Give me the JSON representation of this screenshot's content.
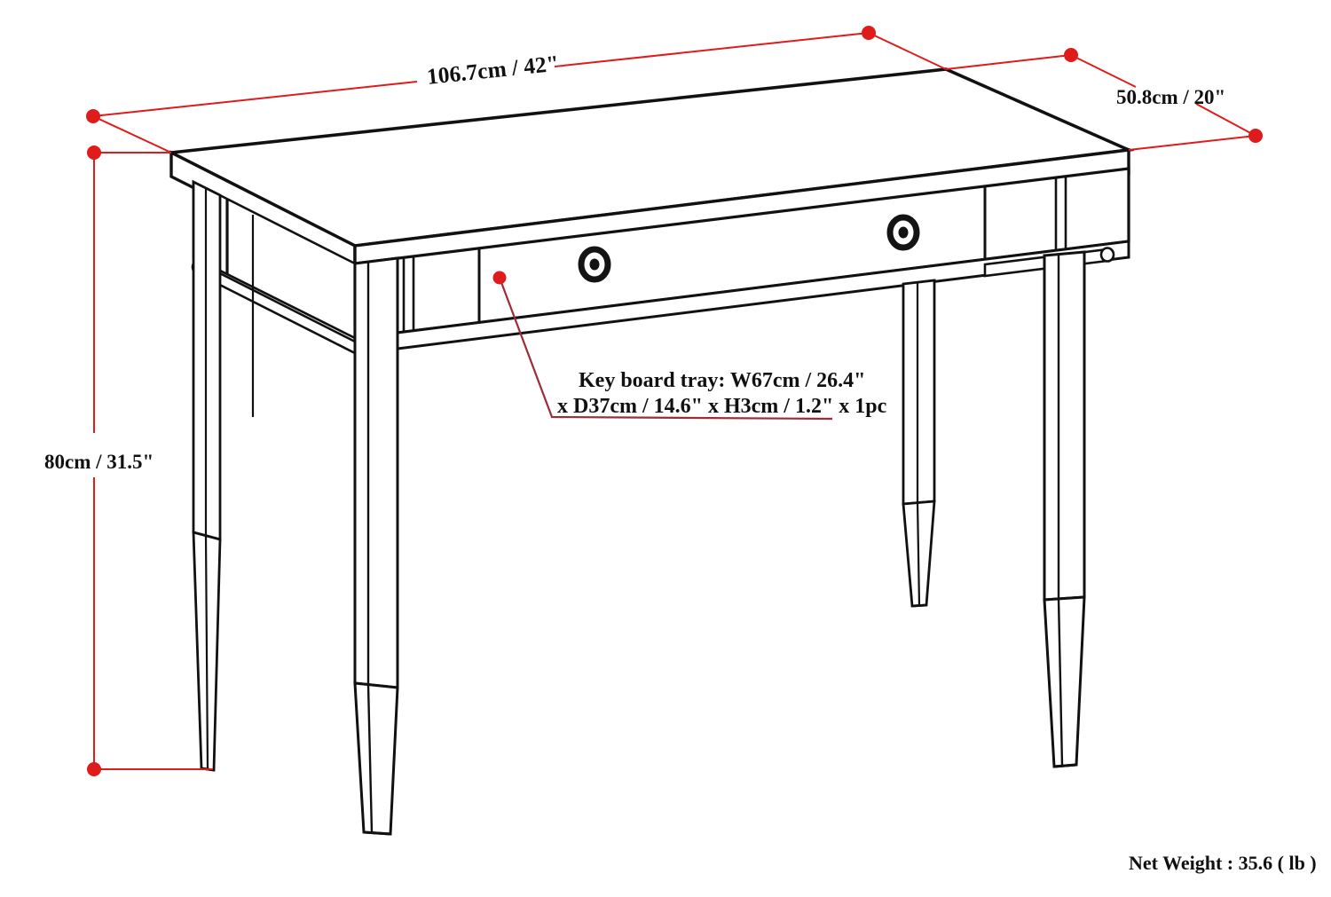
{
  "drawing": {
    "title": "Desk dimension diagram",
    "subject": "writing desk with keyboard tray",
    "colors": {
      "outline": "#111111",
      "dimension": "#e01b1b",
      "leader": "#9b2c38",
      "background": "#ffffff",
      "hardware": "#1a1a1a"
    }
  },
  "dimensions": {
    "width": {
      "label": "106.7cm / 42\"",
      "name": "width-dimension"
    },
    "depth": {
      "label": "50.8cm / 20\"",
      "name": "depth-dimension"
    },
    "height": {
      "label": "80cm / 31.5\"",
      "name": "height-dimension"
    }
  },
  "callout": {
    "line1": "Key board tray: W67cm / 26.4\"",
    "line2": "x D37cm / 14.6\" x H3cm / 1.2\" x 1pc"
  },
  "footer": {
    "net_weight": "Net Weight : 35.6 ( lb )"
  },
  "hardware": {
    "knob_left": "drawer-knob-left",
    "knob_right": "drawer-knob-right"
  }
}
